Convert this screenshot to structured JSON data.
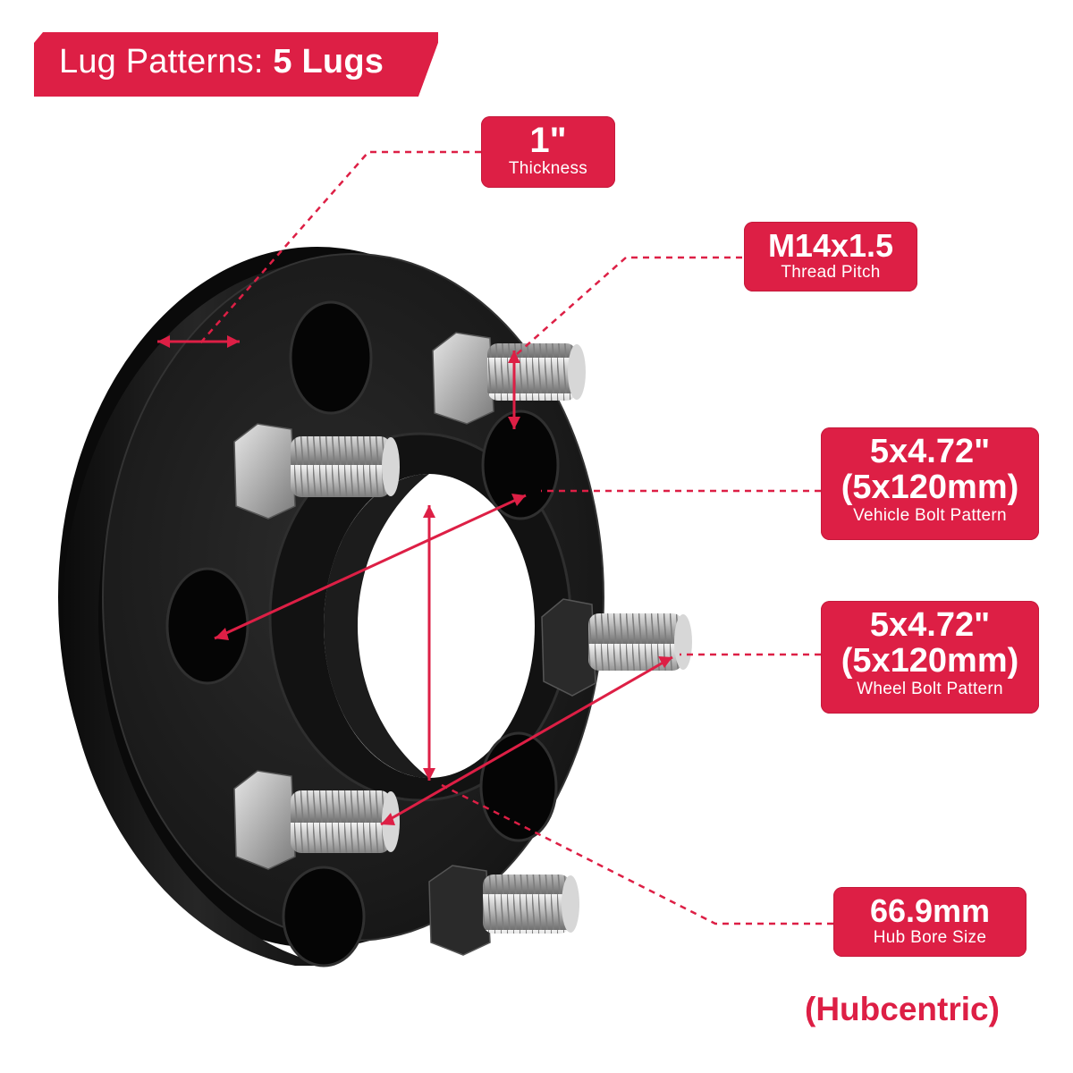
{
  "banner": {
    "prefix": "Lug Patterns: ",
    "value": "5 Lugs"
  },
  "thickness": {
    "value": "1\"",
    "label": "Thickness"
  },
  "thread": {
    "value": "M14x1.5",
    "label": "Thread Pitch"
  },
  "vehicle_pattern": {
    "line1": "5x4.72\"",
    "line2": "(5x120mm)",
    "label": "Vehicle Bolt Pattern"
  },
  "wheel_pattern": {
    "line1": "5x4.72\"",
    "line2": "(5x120mm)",
    "label": "Wheel Bolt Pattern"
  },
  "hub_bore": {
    "value": "66.9mm",
    "label": "Hub Bore Size"
  },
  "hub_note": "(Hubcentric)",
  "colors": {
    "accent": "#dd1f45",
    "spacer": "#151515",
    "stud": "#b8b8b8"
  },
  "icons": [
    "wheel-spacer-illustration",
    "dimension-arrow",
    "dashed-leader-line"
  ]
}
